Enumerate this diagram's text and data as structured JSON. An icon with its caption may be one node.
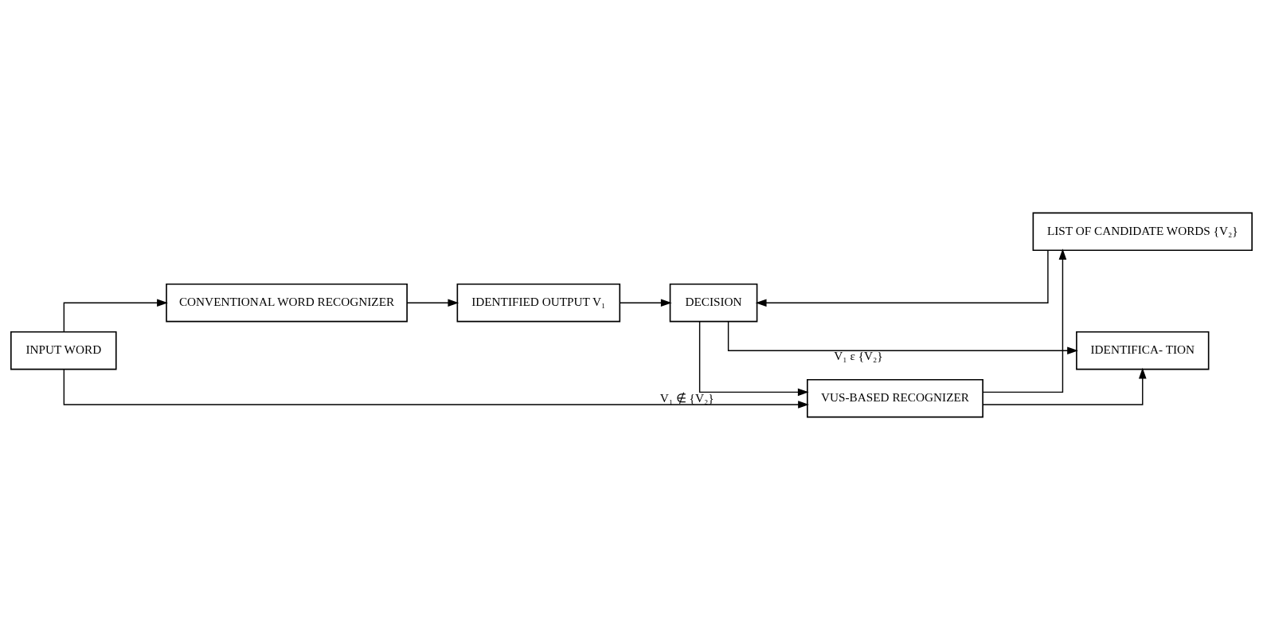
{
  "diagram": {
    "nodes": [
      {
        "text": [
          "INPUT WORD"
        ]
      },
      {
        "text": [
          "CONVENTIONAL WORD RECOGNIZER"
        ]
      },
      {
        "text": [
          "IDENTIFIED OUTPUT V₁"
        ]
      },
      {
        "text": [
          "DECISION"
        ]
      },
      {
        "text": [
          "IDENTIFICA- TION"
        ]
      },
      {
        "text": [
          "VUS-BASED RECOGNIZER"
        ]
      },
      {
        "text": [
          "LIST OF CANDIDATE WORDS {V₂}"
        ]
      }
    ],
    "edges": [
      {
        "from": 0,
        "to": 1,
        "arrow": "to"
      },
      {
        "from": 0,
        "to": 5,
        "arrow": "to"
      },
      {
        "from": 1,
        "to": 2,
        "arrow": "to"
      },
      {
        "from": 2,
        "to": 3,
        "arrow": "to"
      },
      {
        "from": 3,
        "to": 5,
        "arrow": "to",
        "label": "V₁ ∉ {V₂}"
      },
      {
        "from": 3,
        "to": 4,
        "arrow": "to",
        "label": "V₁ ε {V₂}"
      },
      {
        "from": 5,
        "to": 6,
        "arrow": "to"
      },
      {
        "from": 6,
        "to": 3,
        "arrow": "to"
      },
      {
        "from": 5,
        "to": 4,
        "arrow": "to"
      }
    ]
  }
}
